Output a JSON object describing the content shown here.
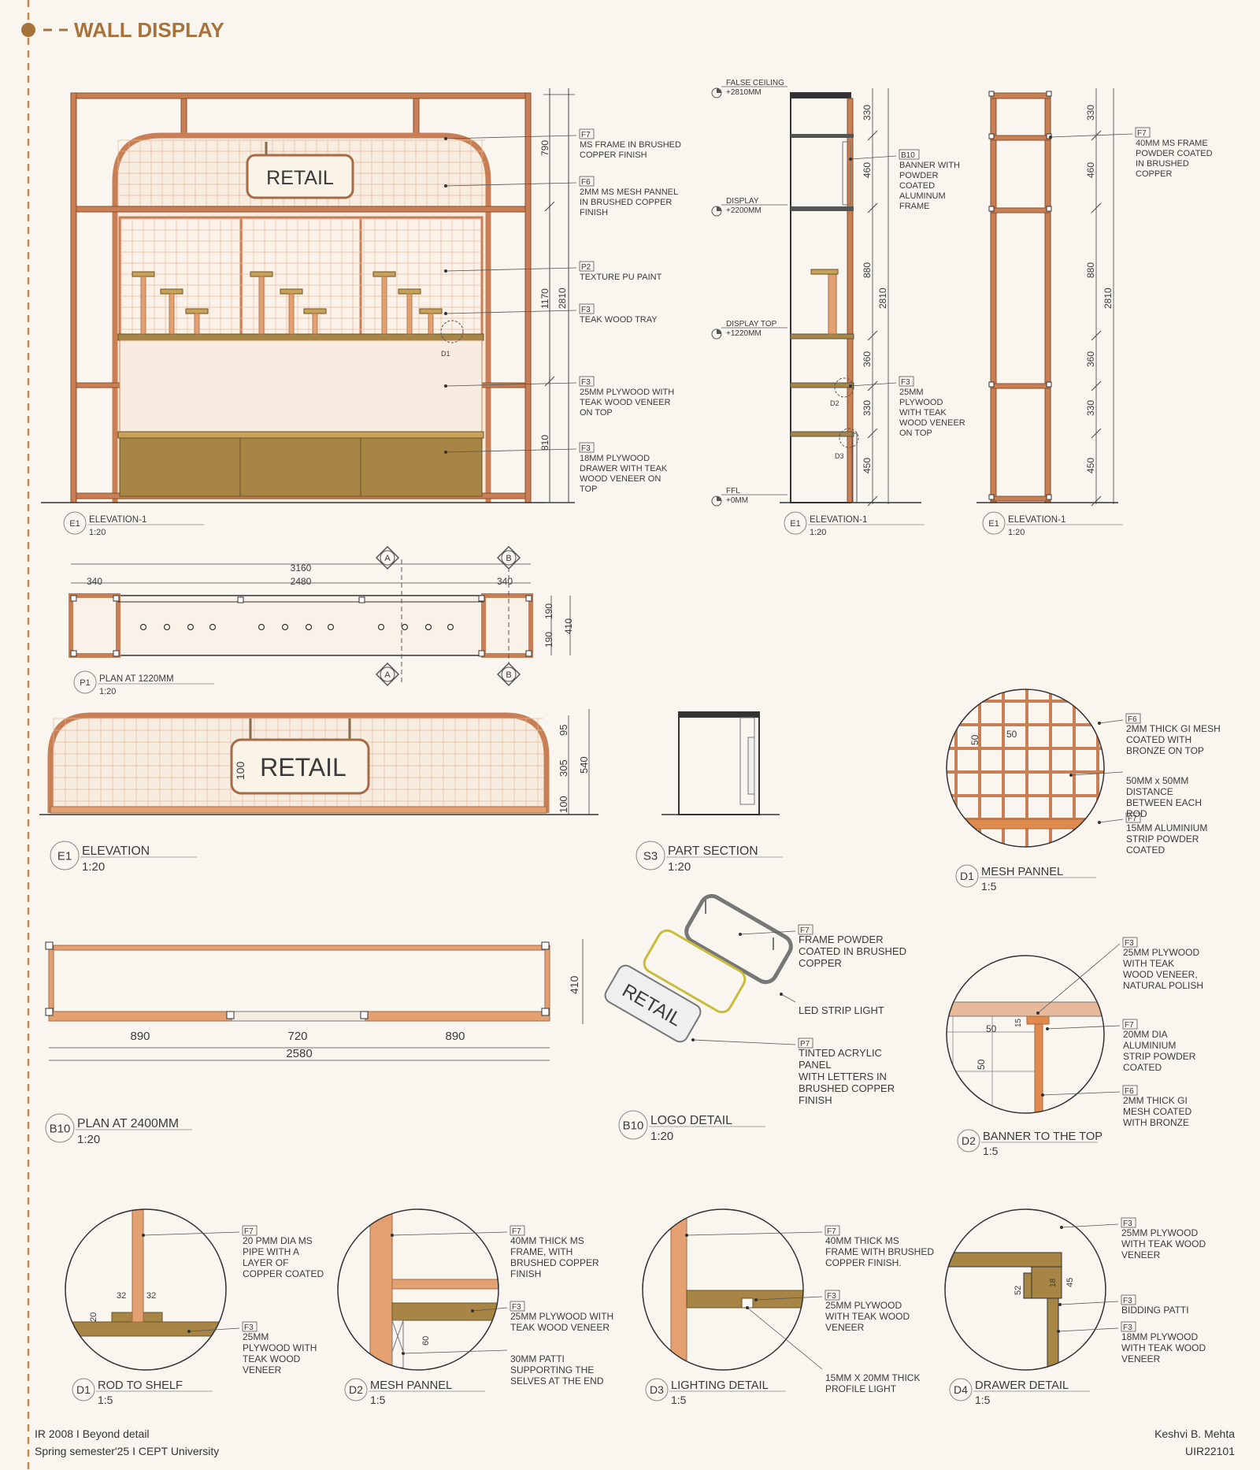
{
  "sheet": {
    "heading": "WALL DISPLAY",
    "accent": "#a8733a",
    "frame_color": "#c87f55",
    "drawer_color": "#a68545",
    "mesh_color": "#e3a070"
  },
  "elevation_main": {
    "sign": "RETAIL",
    "dims": [
      "790",
      "1170",
      "2810",
      "810"
    ],
    "callouts": [
      {
        "tag": "F7",
        "lines": [
          "MS FRAME IN BRUSHED",
          "COPPER FINISH"
        ]
      },
      {
        "tag": "F6",
        "lines": [
          "2MM MS MESH PANNEL",
          "IN BRUSHED COPPER",
          "FINISH"
        ]
      },
      {
        "tag": "P2",
        "lines": [
          "TEXTURE PU PAINT"
        ]
      },
      {
        "tag": "F3",
        "lines": [
          "TEAK WOOD TRAY"
        ]
      },
      {
        "tag": "F3",
        "lines": [
          "25MM PLYWOOD WITH",
          "TEAK WOOD VENEER",
          "ON TOP"
        ]
      },
      {
        "tag": "F3",
        "lines": [
          "18MM PLYWOOD",
          "DRAWER WITH TEAK",
          "WOOD VENEER ON",
          "TOP"
        ]
      }
    ],
    "marker": "D1",
    "view_tag": "E1",
    "view_title": "ELEVATION-1",
    "scale": "1:20"
  },
  "section": {
    "levels": [
      {
        "name": "FALSE CEILING",
        "value": "+2810MM"
      },
      {
        "name": "DISPLAY",
        "value": "+2200MM"
      },
      {
        "name": "DISPLAY TOP",
        "value": "+1220MM"
      },
      {
        "name": "FFL",
        "value": "+0MM"
      }
    ],
    "dims": [
      "330",
      "460",
      "880",
      "360",
      "330",
      "450"
    ],
    "overall": "2810",
    "callouts": [
      {
        "tag": "B10",
        "lines": [
          "BANNER WITH",
          "POWDER",
          "COATED",
          "ALUMINUM",
          "FRAME"
        ]
      },
      {
        "tag": "F3",
        "lines": [
          "25MM",
          "PLYWOOD",
          "WITH TEAK",
          "WOOD VENEER",
          "ON TOP"
        ]
      }
    ],
    "markers": [
      "D2",
      "D3"
    ],
    "view_tag": "E1",
    "view_title": "ELEVATION-1",
    "scale": "1:20"
  },
  "side": {
    "dims": [
      "330",
      "460",
      "880",
      "360",
      "330",
      "450"
    ],
    "overall": "2810",
    "callout": {
      "tag": "F7",
      "lines": [
        "40MM MS FRAME",
        "POWDER COATED",
        "IN BRUSHED",
        "COPPER"
      ]
    },
    "view_tag": "E1",
    "view_title": "ELEVATION-1",
    "scale": "1:20"
  },
  "plan_1220": {
    "dims_top": [
      "340",
      "3160",
      "2480",
      "340"
    ],
    "dims_right": [
      "190",
      "190",
      "410"
    ],
    "section_marks": [
      "A",
      "B",
      "A",
      "B"
    ],
    "view_tag": "P1",
    "view_title": "PLAN AT 1220MM",
    "scale": "1:20"
  },
  "elevation_banner": {
    "sign": "RETAIL",
    "dims": [
      "95",
      "305",
      "100",
      "540"
    ],
    "inner_dim": "100",
    "view_tag": "E1",
    "view_title": "ELEVATION",
    "scale": "1:20"
  },
  "part_section": {
    "view_tag": "S3",
    "view_title": "PART SECTION",
    "scale": "1:20"
  },
  "mesh_detail": {
    "dims": [
      "50",
      "50"
    ],
    "callouts": [
      {
        "tag": "F6",
        "lines": [
          "2MM THICK GI MESH",
          "COATED WITH",
          "BRONZE ON TOP"
        ]
      },
      {
        "tag": "",
        "lines": [
          "50MM x 50MM",
          "DISTANCE",
          "BETWEEN EACH",
          "ROD"
        ]
      },
      {
        "tag": "F7",
        "lines": [
          "15MM ALUMINIUM",
          "STRIP POWDER",
          "COATED"
        ]
      }
    ],
    "view_tag": "D1",
    "view_title": "MESH PANNEL",
    "scale": "1:5"
  },
  "plan_2400": {
    "dims": [
      "890",
      "720",
      "890",
      "2580"
    ],
    "dim_right": "410",
    "view_tag": "B10",
    "view_title": "PLAN AT  2400MM",
    "scale": "1:20"
  },
  "logo_detail": {
    "sign": "RETAIL",
    "callouts": [
      {
        "tag": "F7",
        "lines": [
          "FRAME POWDER",
          "COATED IN BRUSHED",
          "COPPER"
        ]
      },
      {
        "tag": "",
        "lines": [
          "LED STRIP LIGHT"
        ]
      },
      {
        "tag": "P7",
        "lines": [
          "TINTED ACRYLIC",
          "PANEL",
          "WITH LETTERS IN",
          "BRUSHED COPPER",
          "FINISH"
        ]
      }
    ],
    "view_tag": "B10",
    "view_title": "LOGO DETAIL",
    "scale": "1:20"
  },
  "banner_detail": {
    "dims": [
      "15",
      "50",
      "50"
    ],
    "callouts": [
      {
        "tag": "F3",
        "lines": [
          "25MM PLYWOOD",
          "WITH TEAK",
          "WOOD VENEER,",
          "NATURAL POLISH"
        ]
      },
      {
        "tag": "F7",
        "lines": [
          "20MM DIA",
          "ALUMINIUM",
          "STRIP POWDER",
          "COATED"
        ]
      },
      {
        "tag": "F6",
        "lines": [
          "2MM THICK GI",
          "MESH COATED",
          "WITH BRONZE"
        ]
      }
    ],
    "view_tag": "D2",
    "view_title": "BANNER TO THE TOP",
    "scale": "1:5"
  },
  "rod_detail": {
    "dims": [
      "32",
      "32",
      "20"
    ],
    "callouts": [
      {
        "tag": "F7",
        "lines": [
          "20 PMM DIA MS",
          "PIPE WITH A",
          "LAYER OF",
          "COPPER COATED"
        ]
      },
      {
        "tag": "F3",
        "lines": [
          "25MM",
          "PLYWOOD WITH",
          "TEAK WOOD",
          "VENEER"
        ]
      }
    ],
    "view_tag": "D1",
    "view_title": "ROD TO SHELF",
    "scale": "1:5"
  },
  "mesh_panel_detail": {
    "dims": [
      "60"
    ],
    "callouts": [
      {
        "tag": "F7",
        "lines": [
          "40MM THICK MS",
          "FRAME, WITH",
          "BRUSHED COPPER",
          "FINISH"
        ]
      },
      {
        "tag": "F3",
        "lines": [
          "25MM PLYWOOD WITH",
          "TEAK WOOD VENEER"
        ]
      },
      {
        "tag": "",
        "lines": [
          "30MM PATTI",
          "SUPPORTING THE",
          "SELVES AT THE END"
        ]
      }
    ],
    "view_tag": "D2",
    "view_title": "MESH PANNEL",
    "scale": "1:5"
  },
  "lighting_detail": {
    "callouts": [
      {
        "tag": "F7",
        "lines": [
          "40MM THICK MS",
          "FRAME WITH BRUSHED",
          "COPPER FINISH."
        ]
      },
      {
        "tag": "F3",
        "lines": [
          "25MM PLYWOOD",
          "WITH TEAK WOOD",
          "VENEER"
        ]
      },
      {
        "tag": "",
        "lines": [
          "15MM X 20MM THICK",
          "PROFILE LIGHT"
        ]
      }
    ],
    "view_tag": "D3",
    "view_title": "LIGHTING DETAIL",
    "scale": "1:5"
  },
  "drawer_detail": {
    "dims": [
      "52",
      "18",
      "45"
    ],
    "callouts": [
      {
        "tag": "F3",
        "lines": [
          "25MM PLYWOOD",
          "WITH TEAK WOOD",
          "VENEER"
        ]
      },
      {
        "tag": "F3",
        "lines": [
          "BIDDING PATTI"
        ]
      },
      {
        "tag": "F3",
        "lines": [
          "18MM PLYWOOD",
          "WITH TEAK WOOD",
          "VENEER"
        ]
      }
    ],
    "view_tag": "D4",
    "view_title": "DRAWER DETAIL",
    "scale": "1:5"
  },
  "footer": {
    "course": "IR 2008 I Beyond detail",
    "term": "Spring semester'25 I CEPT University",
    "author": "Keshvi B. Mehta",
    "id": "UIR22101"
  }
}
